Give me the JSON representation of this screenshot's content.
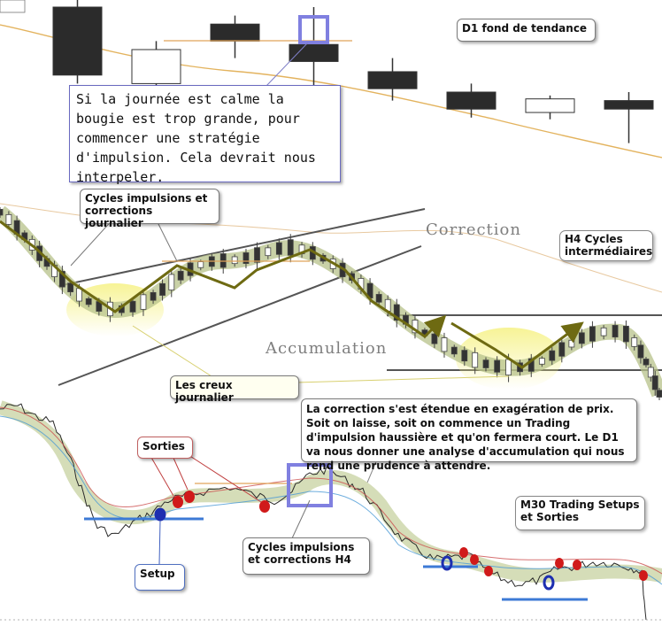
{
  "annotations": {
    "d1_label": "D1 fond de tendance",
    "d1_note": "Si la journée est calme la bougie est trop grande, pour commencer une stratégie d'impulsion. Cela devrait nous interpeler.",
    "cycles_daily": "Cycles impulsions et corrections journalier",
    "correction": "Correction",
    "accumulation": "Accumulation",
    "h4_label": "H4 Cycles intermédiaires",
    "creux": "Les creux journalier",
    "correction_note": "La correction s'est étendue en exagération de prix. Soit on laisse, soit on commence un Trading d'impulsion haussière et qu'on fermera court. Le D1 va nous donner une analyse d'accumulation qui nous rend une prudence à attendre.",
    "sorties": "Sorties",
    "setup": "Setup",
    "cycles_h4": "Cycles impulsions et corrections H4",
    "m30_label": "M30 Trading Setups et Sorties"
  },
  "colors": {
    "bull_candle": "#ffffff",
    "bear_candle": "#2b2b2b",
    "ma_line": "#e3b35e",
    "arrow": "#6e6a12",
    "cycle_band": "#b7c28a",
    "highlight_box": "#8080e0",
    "exit_marker": "#d01a1a",
    "setup_marker": "#1d2fb0",
    "level_line": "#3d7ad6"
  },
  "chart_data": [
    {
      "type": "candlestick",
      "title": "D1 fond de tendance",
      "candles": [
        {
          "open": 1.0,
          "close": 0.6,
          "high": 1.05,
          "low": 0.55
        },
        {
          "open": 0.55,
          "close": 0.75,
          "high": 0.8,
          "low": 0.35
        },
        {
          "open": 0.9,
          "close": 0.8,
          "high": 0.95,
          "low": 0.7
        },
        {
          "open": 0.78,
          "close": 0.68,
          "high": 1.0,
          "low": 0.5
        },
        {
          "open": 0.62,
          "close": 0.52,
          "high": 0.7,
          "low": 0.45
        },
        {
          "open": 0.5,
          "close": 0.4,
          "high": 0.55,
          "low": 0.35
        },
        {
          "open": 0.38,
          "close": 0.46,
          "high": 0.48,
          "low": 0.34
        },
        {
          "open": 0.45,
          "close": 0.4,
          "high": 0.5,
          "low": 0.2
        }
      ]
    },
    {
      "type": "candlestick",
      "title": "H4 Cycles intermédiaires",
      "annotations": [
        "Correction",
        "Accumulation",
        "Les creux journalier"
      ]
    },
    {
      "type": "line",
      "title": "M30 Trading Setups et Sorties",
      "annotations": [
        "Sorties",
        "Setup",
        "Cycles impulsions et corrections H4"
      ]
    }
  ]
}
